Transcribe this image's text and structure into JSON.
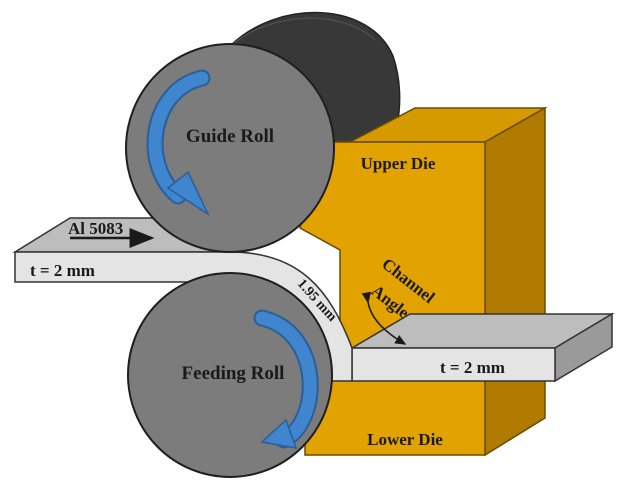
{
  "labels": {
    "guide_roll": "Guide Roll",
    "feeding_roll": "Feeding Roll",
    "upper_die": "Upper Die",
    "lower_die": "Lower Die",
    "material": "Al 5083",
    "thickness_in": "t = 2 mm",
    "thickness_out": "t = 2 mm",
    "channel_gap": "1.95 mm",
    "channel_angle_line1": "Channel",
    "channel_angle_line2": "Angle"
  },
  "colors": {
    "die_front": "#E2A200",
    "die_side": "#B07B00",
    "die_top": "#D49A00",
    "roll_face": "#7C7C7C",
    "roll_body": "#3A3A3A",
    "strip_top": "#BDBDBD",
    "strip_face": "#E4E4E4",
    "rotation_arrow": "#3F86CF"
  }
}
